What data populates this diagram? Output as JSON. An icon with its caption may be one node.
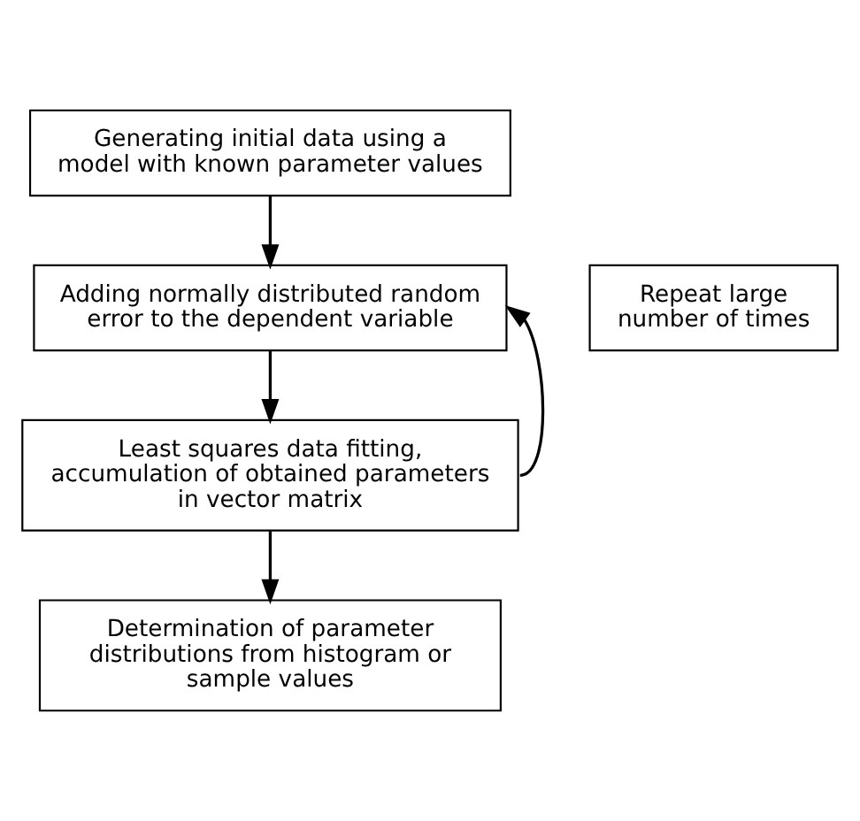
{
  "diagram": {
    "nodes": [
      {
        "text": [
          "Generating initial data using a model with known parameter values"
        ]
      },
      {
        "text": [
          "Adding normally distributed random error to the dependent variable"
        ]
      },
      {
        "text": [
          "Least squares data fitting, accumulation of obtained parameters in vector matrix"
        ]
      },
      {
        "text": [
          "Determination of parameter distributions from histogram or sample values"
        ]
      },
      {
        "text": [
          "Repeat large number of times"
        ]
      }
    ],
    "edges": [
      {
        "from": 0,
        "to": 1,
        "arrow": "to"
      },
      {
        "from": 1,
        "to": 2,
        "arrow": "to"
      },
      {
        "from": 2,
        "to": 3,
        "arrow": "to"
      },
      {
        "from": 2,
        "to": 1,
        "arrow": "to"
      }
    ]
  }
}
